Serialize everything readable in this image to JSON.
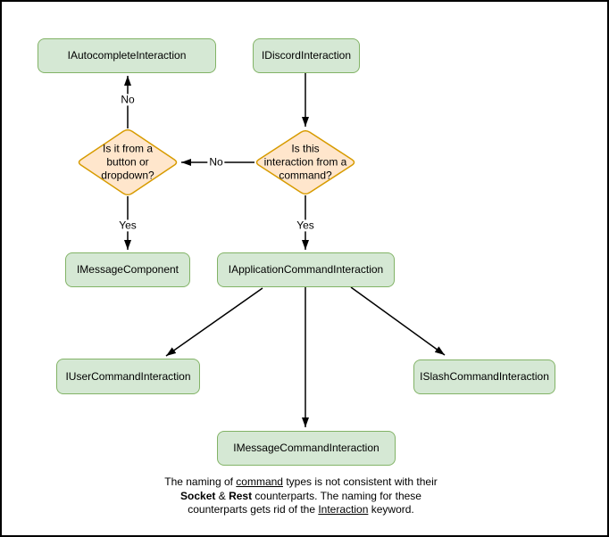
{
  "diagram": {
    "nodes": {
      "autocomplete": {
        "label": "IAutocompleteInteraction"
      },
      "discord": {
        "label": "IDiscordInteraction"
      },
      "message_component": {
        "label": "IMessageComponent"
      },
      "application_command": {
        "label": "IApplicationCommandInteraction"
      },
      "user_command": {
        "label": "IUserCommandInteraction"
      },
      "slash_command": {
        "label": "ISlashCommandInteraction"
      },
      "message_command": {
        "label": "IMessageCommandInteraction"
      }
    },
    "decisions": {
      "button_dropdown": {
        "label": "Is it from a\nbutton or\ndropdown?"
      },
      "from_command": {
        "label": "Is this\ninteraction from a\ncommand?"
      }
    },
    "edge_labels": {
      "no_to_autocomplete": "No",
      "no_between_decisions": "No",
      "yes_to_message_component": "Yes",
      "yes_to_application_command": "Yes"
    },
    "colors": {
      "node_fill": "#d5e8d4",
      "node_border": "#82b366",
      "decision_fill": "#ffe6cc",
      "decision_border": "#d79b00",
      "arrow": "#000000",
      "canvas_border": "#000000",
      "background": "#ffffff"
    },
    "note": {
      "line1_pre": "The naming of ",
      "line1_underlined": "command",
      "line1_post": " types is not consistent with their",
      "line2_bold1": "Socket",
      "line2_mid": " & ",
      "line2_bold2": "Rest",
      "line2_post": " counterparts. The naming for these",
      "line3_pre": "counterparts gets rid of the ",
      "line3_underlined": "Interaction",
      "line3_post": " keyword."
    }
  }
}
